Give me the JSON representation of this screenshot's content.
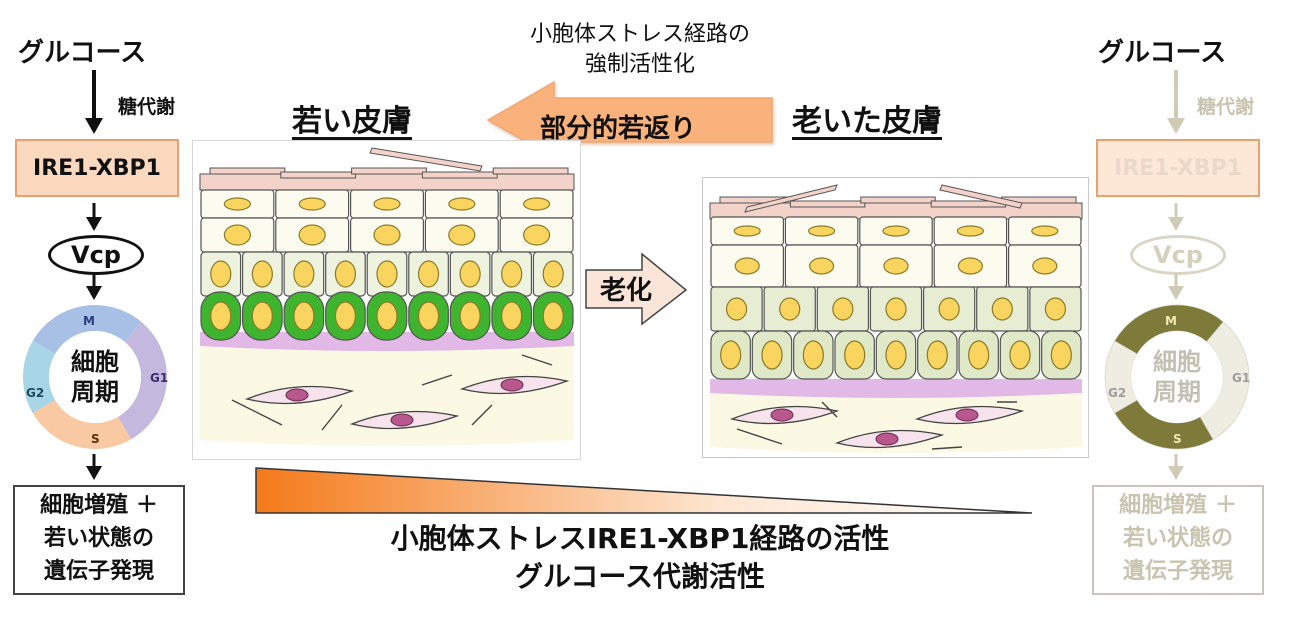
{
  "left_pathway": {
    "glucose": "グルコース",
    "metabolism_label": "糖代謝",
    "ire_box": "IRE1-XBP1",
    "vcp": "Vcp",
    "cell_cycle": {
      "line1": "細胞",
      "line2": "周期",
      "phases": [
        "M",
        "G1",
        "S",
        "G2"
      ]
    },
    "outcome": {
      "line1": "細胞増殖 ＋",
      "line2": "若い状態の",
      "line3": "遺伝子発現"
    },
    "state": "active"
  },
  "right_pathway": {
    "glucose": "グルコース",
    "metabolism_label": "糖代謝",
    "ire_box": "IRE1-XBP1",
    "vcp": "Vcp",
    "cell_cycle": {
      "line1": "細胞",
      "line2": "周期",
      "phases": [
        "M",
        "G1",
        "S",
        "G2"
      ]
    },
    "outcome": {
      "line1": "細胞増殖 ＋",
      "line2": "若い状態の",
      "line3": "遺伝子発現"
    },
    "state": "inactive"
  },
  "top_annotation": {
    "line1": "小胞体ストレス経路の",
    "line2": "強制活性化"
  },
  "rejuvenation_arrow": {
    "label": "部分的若返り",
    "color": "#f9b27c"
  },
  "aging_arrow": {
    "label": "老化",
    "color": "#fbe4d8"
  },
  "young_skin": {
    "title": "若い皮膚",
    "basal_color": "#3fb52f"
  },
  "old_skin": {
    "title": "老いた皮膚",
    "basal_color": "#dfe9c8"
  },
  "gradient": {
    "line1": "小胞体ストレスIRE1-XBP1経路の活性",
    "line2": "グルコース代謝活性",
    "start_color": "#f47a1a",
    "end_color": "#ffffff"
  },
  "colors": {
    "cycle_M": "#a9c0e6",
    "cycle_G1": "#c4b8de",
    "cycle_S": "#f9c9a4",
    "cycle_G2": "#a8d6e6",
    "faded_dark": "#7d7a3a",
    "faded_light": "#efede2"
  }
}
